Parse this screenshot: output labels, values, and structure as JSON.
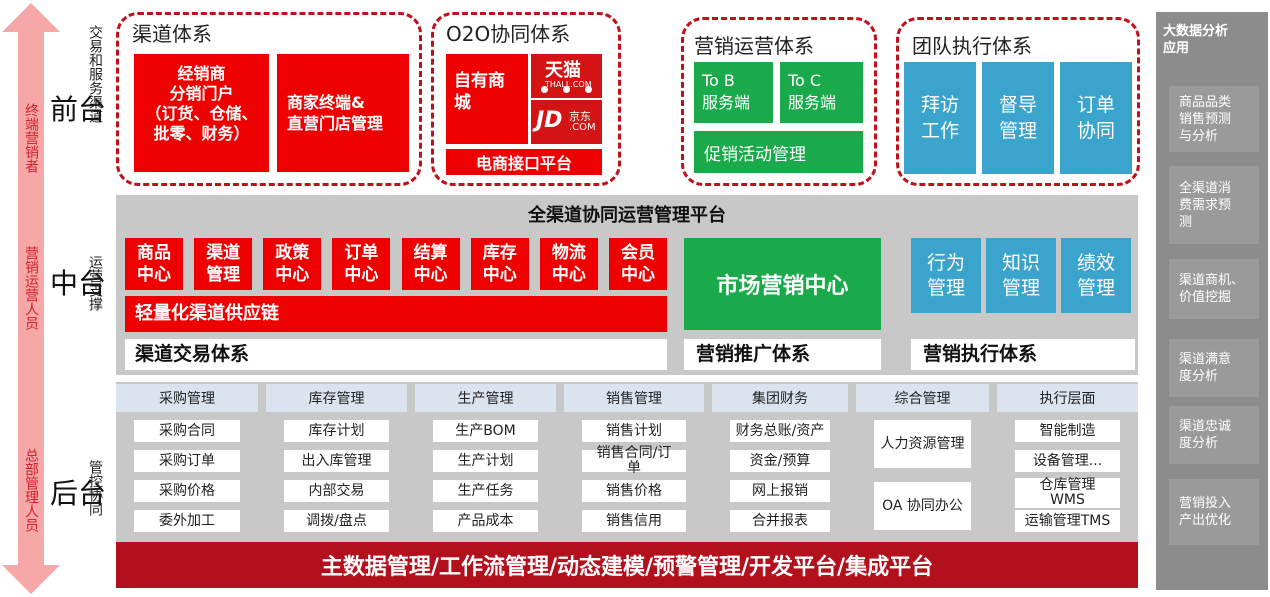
{
  "left_arrow": {
    "front_label": "终端营销者",
    "middle_label": "营销运营人员",
    "back_label": "总部管理人员"
  },
  "tiers": {
    "front": {
      "name": "前台",
      "desc": "交易和服务渠道"
    },
    "middle": {
      "name": "中台",
      "desc": "运营支撑"
    },
    "back": {
      "name": "后台",
      "desc": "管控协同"
    }
  },
  "front": {
    "channel": {
      "title": "渠道体系",
      "box1": "经销商\n分销门户\n（订货、仓储、\n批零、财务）",
      "box2": "商家终端&\n直营门店管理"
    },
    "o2o": {
      "title": "O2O协同体系",
      "mall": "自有商\n城",
      "tmall_cn": "天猫",
      "tmall_en": "THALL.COM",
      "jd": "JD",
      "jd_sub": "京东",
      "jd_com": ".COM",
      "platform": "电商接口平台"
    },
    "marketing_ops": {
      "title": "营销运营体系",
      "tob": "To B\n服务端",
      "toc": "To C\n服务端",
      "promo": "促销活动管理"
    },
    "team": {
      "title": "团队执行体系",
      "items": [
        "拜访\n工作",
        "督导\n管理",
        "订单\n协同"
      ]
    }
  },
  "middle": {
    "platform_title": "全渠道协同运营管理平台",
    "centers": [
      "商品\n中心",
      "渠道\n管理",
      "政策\n中心",
      "订单\n中心",
      "结算\n中心",
      "库存\n中心",
      "物流\n中心",
      "会员\n中心"
    ],
    "supply_chain": "轻量化渠道供应链",
    "trade_system": "渠道交易体系",
    "marketing_center": "市场营销中心",
    "promo_system": "营销推广体系",
    "exec_items": [
      "行为\n管理",
      "知识\n管理",
      "绩效\n管理"
    ],
    "exec_system": "营销执行体系"
  },
  "back": {
    "columns": [
      {
        "header": "采购管理",
        "items": [
          "采购合同",
          "采购订单",
          "采购价格",
          "委外加工"
        ]
      },
      {
        "header": "库存管理",
        "items": [
          "库存计划",
          "出入库管理",
          "内部交易",
          "调拨/盘点"
        ]
      },
      {
        "header": "生产管理",
        "items": [
          "生产BOM",
          "生产计划",
          "生产任务",
          "产品成本"
        ]
      },
      {
        "header": "销售管理",
        "items": [
          "销售计划",
          "销售合同/订\n单",
          "销售价格",
          "销售信用"
        ]
      },
      {
        "header": "集团财务",
        "items": [
          "财务总账/资产",
          "资金/预算",
          "网上报销",
          "合并报表"
        ]
      },
      {
        "header": "综合管理",
        "items": [
          "人力资源管理",
          "OA 协同办公"
        ]
      },
      {
        "header": "执行层面",
        "items": [
          "智能制造",
          "设备管理...",
          "仓库管理\nWMS",
          "运输管理TMS"
        ]
      }
    ],
    "footer": "主数据管理/工作流管理/动态建模/预警管理/开发平台/集成平台"
  },
  "right_panel": {
    "title": "大数据分析\n应用",
    "items": [
      "商品品类\n销售预测\n与分析",
      "全渠道消\n费需求预\n测",
      "渠道商机、\n价值挖掘",
      "渠道满意\n度分析",
      "渠道忠诚\n度分析",
      "营销投入\n产出优化"
    ]
  },
  "colors": {
    "red": "#ee0000",
    "dark_red": "#b3101e",
    "green": "#1aaa4b",
    "blue": "#3ba4cc",
    "gray_panel": "#8c8c8c",
    "mid_gray": "#c8c8c8",
    "arrow_pink": "#f6a8a8"
  }
}
